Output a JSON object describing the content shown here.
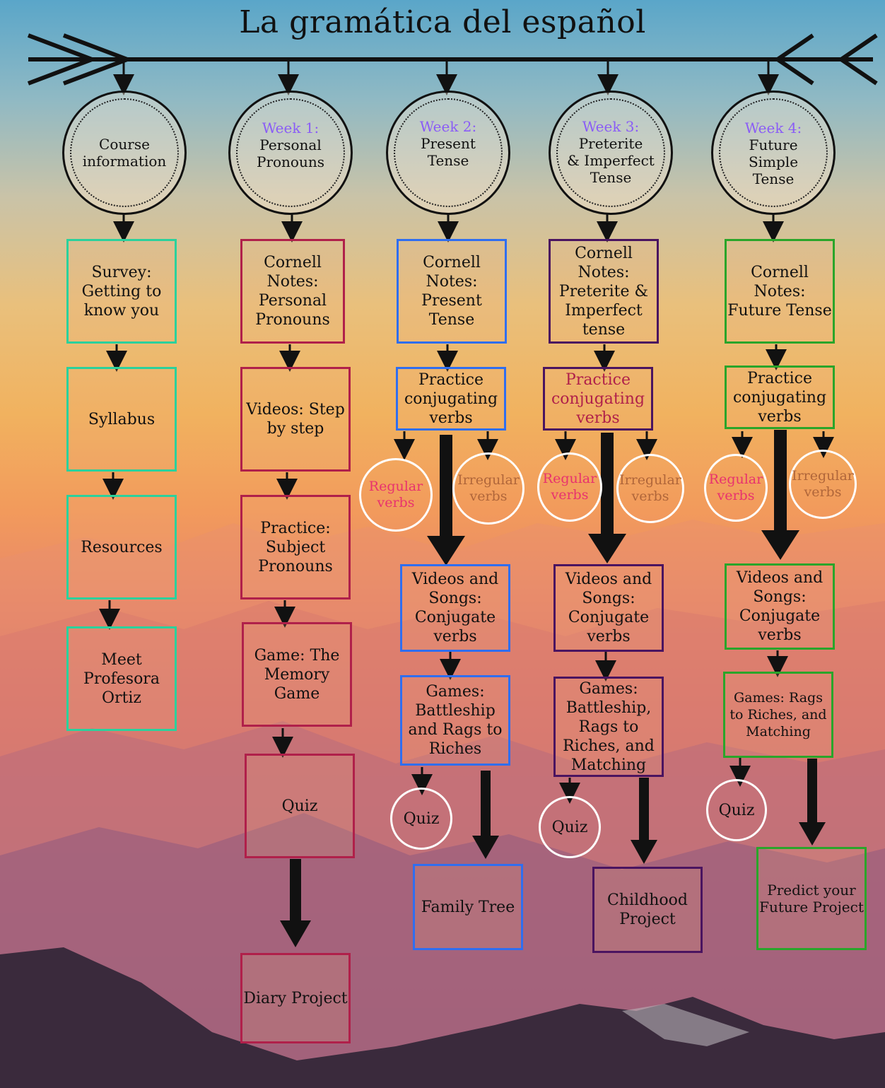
{
  "title": "La gramática del español",
  "colors": {
    "teal": "#2bd19c",
    "crimson": "#b0204a",
    "blue": "#2f6ef0",
    "purple": "#4a1460",
    "green": "#2aa52a",
    "week_label": "#8a5cf6",
    "regular": "#e8326e",
    "irregular": "#b0663a"
  },
  "headers": [
    {
      "week": "",
      "lines": [
        "Course",
        "information"
      ]
    },
    {
      "week": "Week 1:",
      "lines": [
        "Personal",
        "Pronouns"
      ]
    },
    {
      "week": "Week 2:",
      "lines": [
        "Present",
        "Tense"
      ]
    },
    {
      "week": "Week 3:",
      "lines": [
        "Preterite",
        "& Imperfect",
        "Tense"
      ]
    },
    {
      "week": "Week 4:",
      "lines": [
        "Future",
        "Simple",
        "Tense"
      ]
    }
  ],
  "col0": [
    "Survey: Getting to know you",
    "Syllabus",
    "Resources",
    "Meet Profesora Ortiz"
  ],
  "col1": [
    "Cornell Notes: Personal Pronouns",
    "Videos: Step by step",
    "Practice: Subject Pronouns",
    "Game: The Memory Game",
    "Quiz",
    "Diary Project"
  ],
  "col2": [
    "Cornell Notes: Present Tense",
    "Practice conjugating verbs",
    "Videos and Songs: Conjugate verbs",
    "Games: Battleship and Rags to Riches",
    "Family Tree"
  ],
  "col3": [
    "Cornell Notes: Preterite & Imperfect tense",
    "Practice conjugating verbs",
    "Videos and Songs: Conjugate verbs",
    "Games: Battleship, Rags to Riches, and Matching",
    "Childhood Project"
  ],
  "col4": [
    "Cornell Notes: Future Tense",
    "Practice conjugating verbs",
    "Videos and Songs: Conjugate verbs",
    "Games: Rags to Riches, and Matching",
    "Predict your Future Project"
  ],
  "verbs": {
    "regular": "Regular verbs",
    "irregular": "Irregular verbs"
  },
  "quiz": "Quiz"
}
